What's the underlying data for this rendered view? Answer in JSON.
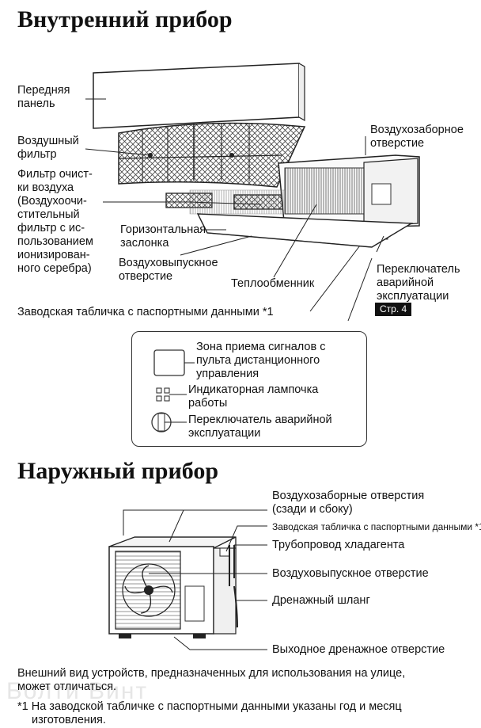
{
  "indoor": {
    "title": "Внутренний прибор",
    "labels": {
      "front_panel_1": "Передняя",
      "front_panel_2": "панель",
      "air_filter_1": "Воздушный",
      "air_filter_2": "фильтр",
      "clean_filter_1": "Фильтр очист-",
      "clean_filter_2": "ки воздуха",
      "clean_filter_3": "(Воздухоочи-",
      "clean_filter_4": "стительный",
      "clean_filter_5": "фильтр с ис-",
      "clean_filter_6": "пользованием",
      "clean_filter_7": "ионизирован-",
      "clean_filter_8": "ного серебра)",
      "intake_1": "Воздухозаборное",
      "intake_2": "отверстие",
      "flap_1": "Горизонтальная",
      "flap_2": "заслонка",
      "outlet_1": "Воздуховыпускное",
      "outlet_2": "отверстие",
      "exchanger": "Теплообменник",
      "emergency_1": "Переключатель",
      "emergency_2": "аварийной",
      "emergency_3": "эксплуатации",
      "page_badge": "Стр. 4",
      "nameplate": "Заводская табличка с паспортными данными *1"
    },
    "detail": {
      "receiver_1": "Зона приема сигналов с",
      "receiver_2": "пульта дистанционного",
      "receiver_3": "управления",
      "lamp_1": "Индикаторная лампочка",
      "lamp_2": "работы",
      "switch_1": "Переключатель аварийной",
      "switch_2": "эксплуатации"
    }
  },
  "outdoor": {
    "title": "Наружный прибор",
    "labels": {
      "intakes_1": "Воздухозаборные отверстия",
      "intakes_2": "(сзади и сбоку)",
      "nameplate": "Заводская табличка с паспортными данными *1",
      "piping": "Трубопровод хладагента",
      "outlet": "Воздуховыпускное отверстие",
      "hose": "Дренажный шланг",
      "drain": "Выходное дренажное отверстие"
    }
  },
  "footer": {
    "note_1": "Внешний вид устройств, предназначенных для использования на улице,",
    "note_2": "может отличаться.",
    "footnote_1": "*1 На заводской табличке с паспортными данными указаны год и месяц",
    "footnote_2": "изготовления."
  },
  "watermark": "Болти Винт"
}
